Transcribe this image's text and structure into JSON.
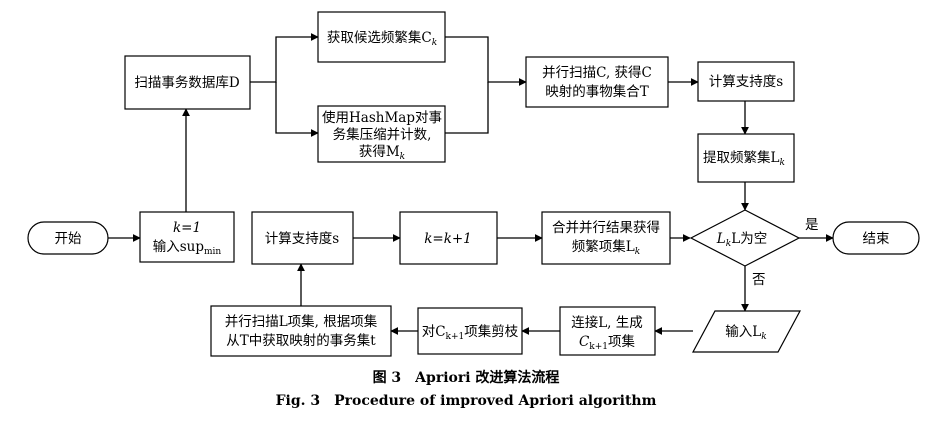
{
  "diagram": {
    "nodes": {
      "start": "开始",
      "init_line1": "k=1",
      "init_line2": "输入sup",
      "init_sub": "min",
      "scan_db": "扫描事务数据库D",
      "get_candidates": "获取候选频繁集C",
      "hashmap_line1": "使用HashMap对事",
      "hashmap_line2": "务集压缩并计数,",
      "hashmap_line3": "获得M",
      "parallel_scan_line1": "并行扫描C, 获得C",
      "parallel_scan_line2": "映射的事物集合T",
      "calc_support_top": "计算支持度s",
      "extract_frequent": "提取频繁集L",
      "decision": "L为空",
      "end": "结束",
      "input_lk": "输入L",
      "connect_line1": "连接L, 生成",
      "connect_line2": "C",
      "connect_line2_sub": "k+1",
      "connect_line2_tail": "项集",
      "prune_pre": "对C",
      "prune_sub": "k+1",
      "prune_tail": "项集剪枝",
      "scan_lk_line1": "并行扫描L项集, 根据项集",
      "scan_lk_line2": "从T中获取映射的事务集t",
      "calc_support_mid": "计算支持度s",
      "increment": "k=k+1",
      "merge_line1": "合并并行结果获得",
      "merge_line2": "频繁项集L"
    },
    "edges": {
      "yes": "是",
      "no": "否"
    }
  },
  "caption": {
    "cn": "图 3　Apriori 改进算法流程",
    "en": "Fig. 3　Procedure of improved Apriori algorithm"
  }
}
